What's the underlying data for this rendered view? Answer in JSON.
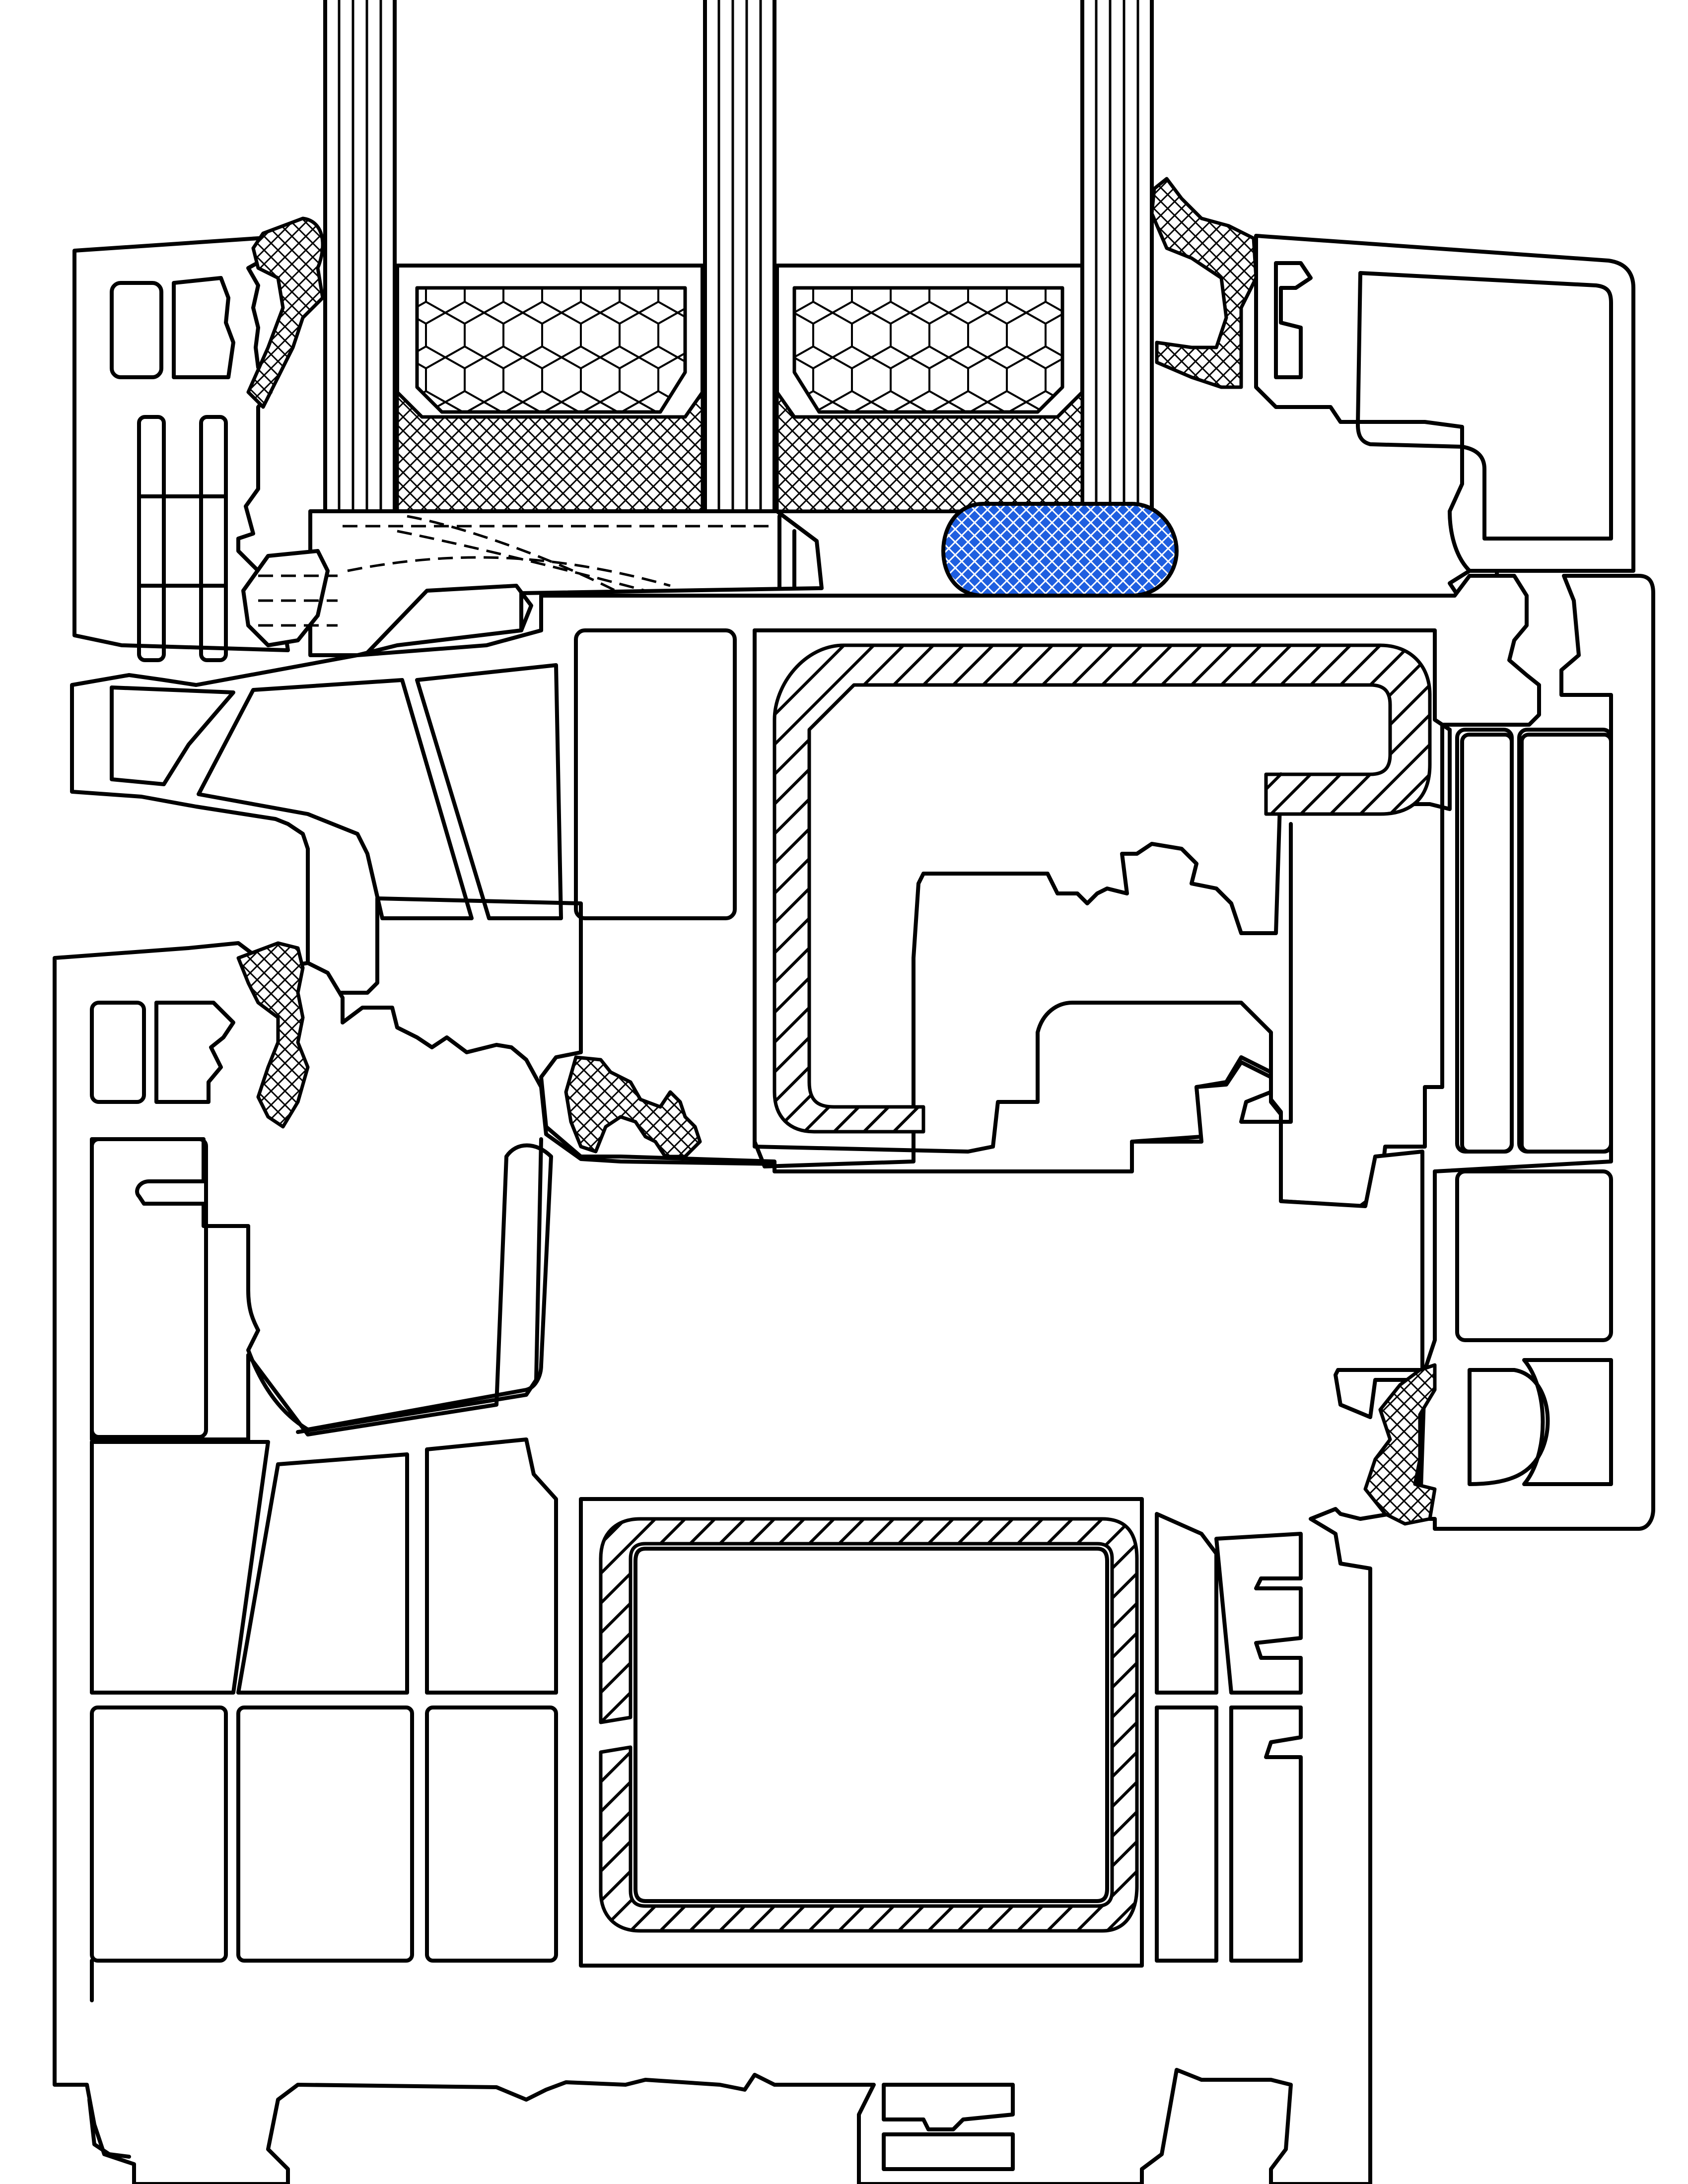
{
  "figure": {
    "type": "window-profile-cross-section",
    "text": []
  },
  "components": {
    "glazing": "triple-glazing-panes",
    "spacers": "hex-pattern-desiccant-spacers",
    "edge_seal": "cross-hatched-secondary-sealant",
    "setting_block": "glazing-setting-block",
    "sash_reinforcement": "sash-steel-reinforcement",
    "frame_reinforcement": "frame-steel-reinforcement",
    "gaskets": "cross-hatched-gaskets"
  },
  "colors": {
    "line": "#000000",
    "background": "#ffffff",
    "setting_block": "#1f5fe0",
    "setting_block_grid": "#ffffff"
  }
}
